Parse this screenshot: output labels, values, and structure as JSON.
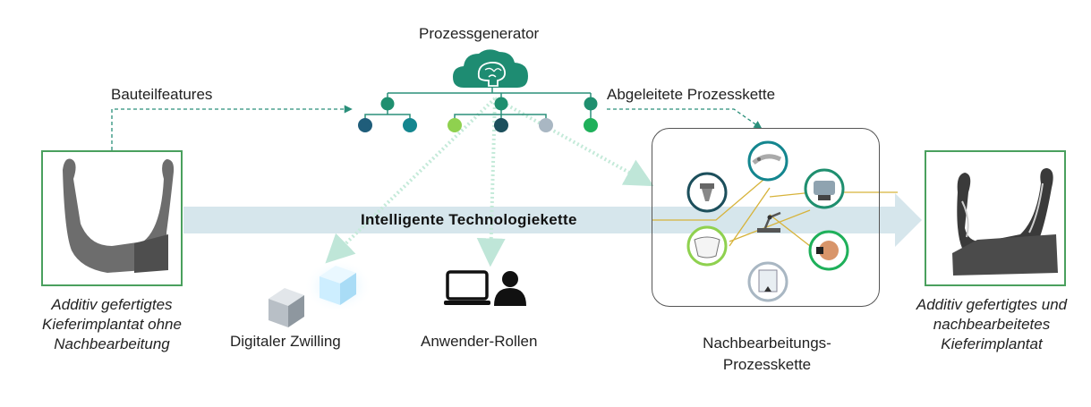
{
  "generator": {
    "title": "Prozessgenerator",
    "icon": "brain-cloud-icon",
    "color": "#1e8c72"
  },
  "arrows": {
    "left_label": "Bauteilfeatures",
    "right_label": "Abgeleitete Prozesskette"
  },
  "banner": {
    "label": "Intelligente Technologiekette",
    "color": "#d6e6ec"
  },
  "input_part": {
    "caption_line1": "Additiv gefertigtes",
    "caption_line2": "Kieferimplantat ohne",
    "caption_line3": "Nachbearbeitung",
    "icon": "jaw-implant-raw-image"
  },
  "output_part": {
    "caption_line1": "Additiv gefertigtes und",
    "caption_line2": "nachbearbeitetes",
    "caption_line3": "Kieferimplantat",
    "icon": "jaw-implant-finished-image"
  },
  "digital_twin": {
    "label": "Digitaler Zwilling",
    "icon": "cube-pair-icon"
  },
  "user_roles": {
    "label": "Anwender-Rollen",
    "icon": "laptop-person-icon"
  },
  "process_chain": {
    "label_line1": "Nachbearbeitungs-",
    "label_line2": "Prozesskette",
    "steps": [
      "milling-icon",
      "blasting-icon",
      "drum-icon",
      "polishing-icon",
      "vibratory-icon",
      "inspection-icon",
      "robot-icon"
    ]
  },
  "tree_node_colors": [
    "#1f8f6f",
    "#1f5d7a",
    "#14868f",
    "#8fd14f",
    "#1c4f5c",
    "#a9b7c3",
    "#1fb05a"
  ]
}
